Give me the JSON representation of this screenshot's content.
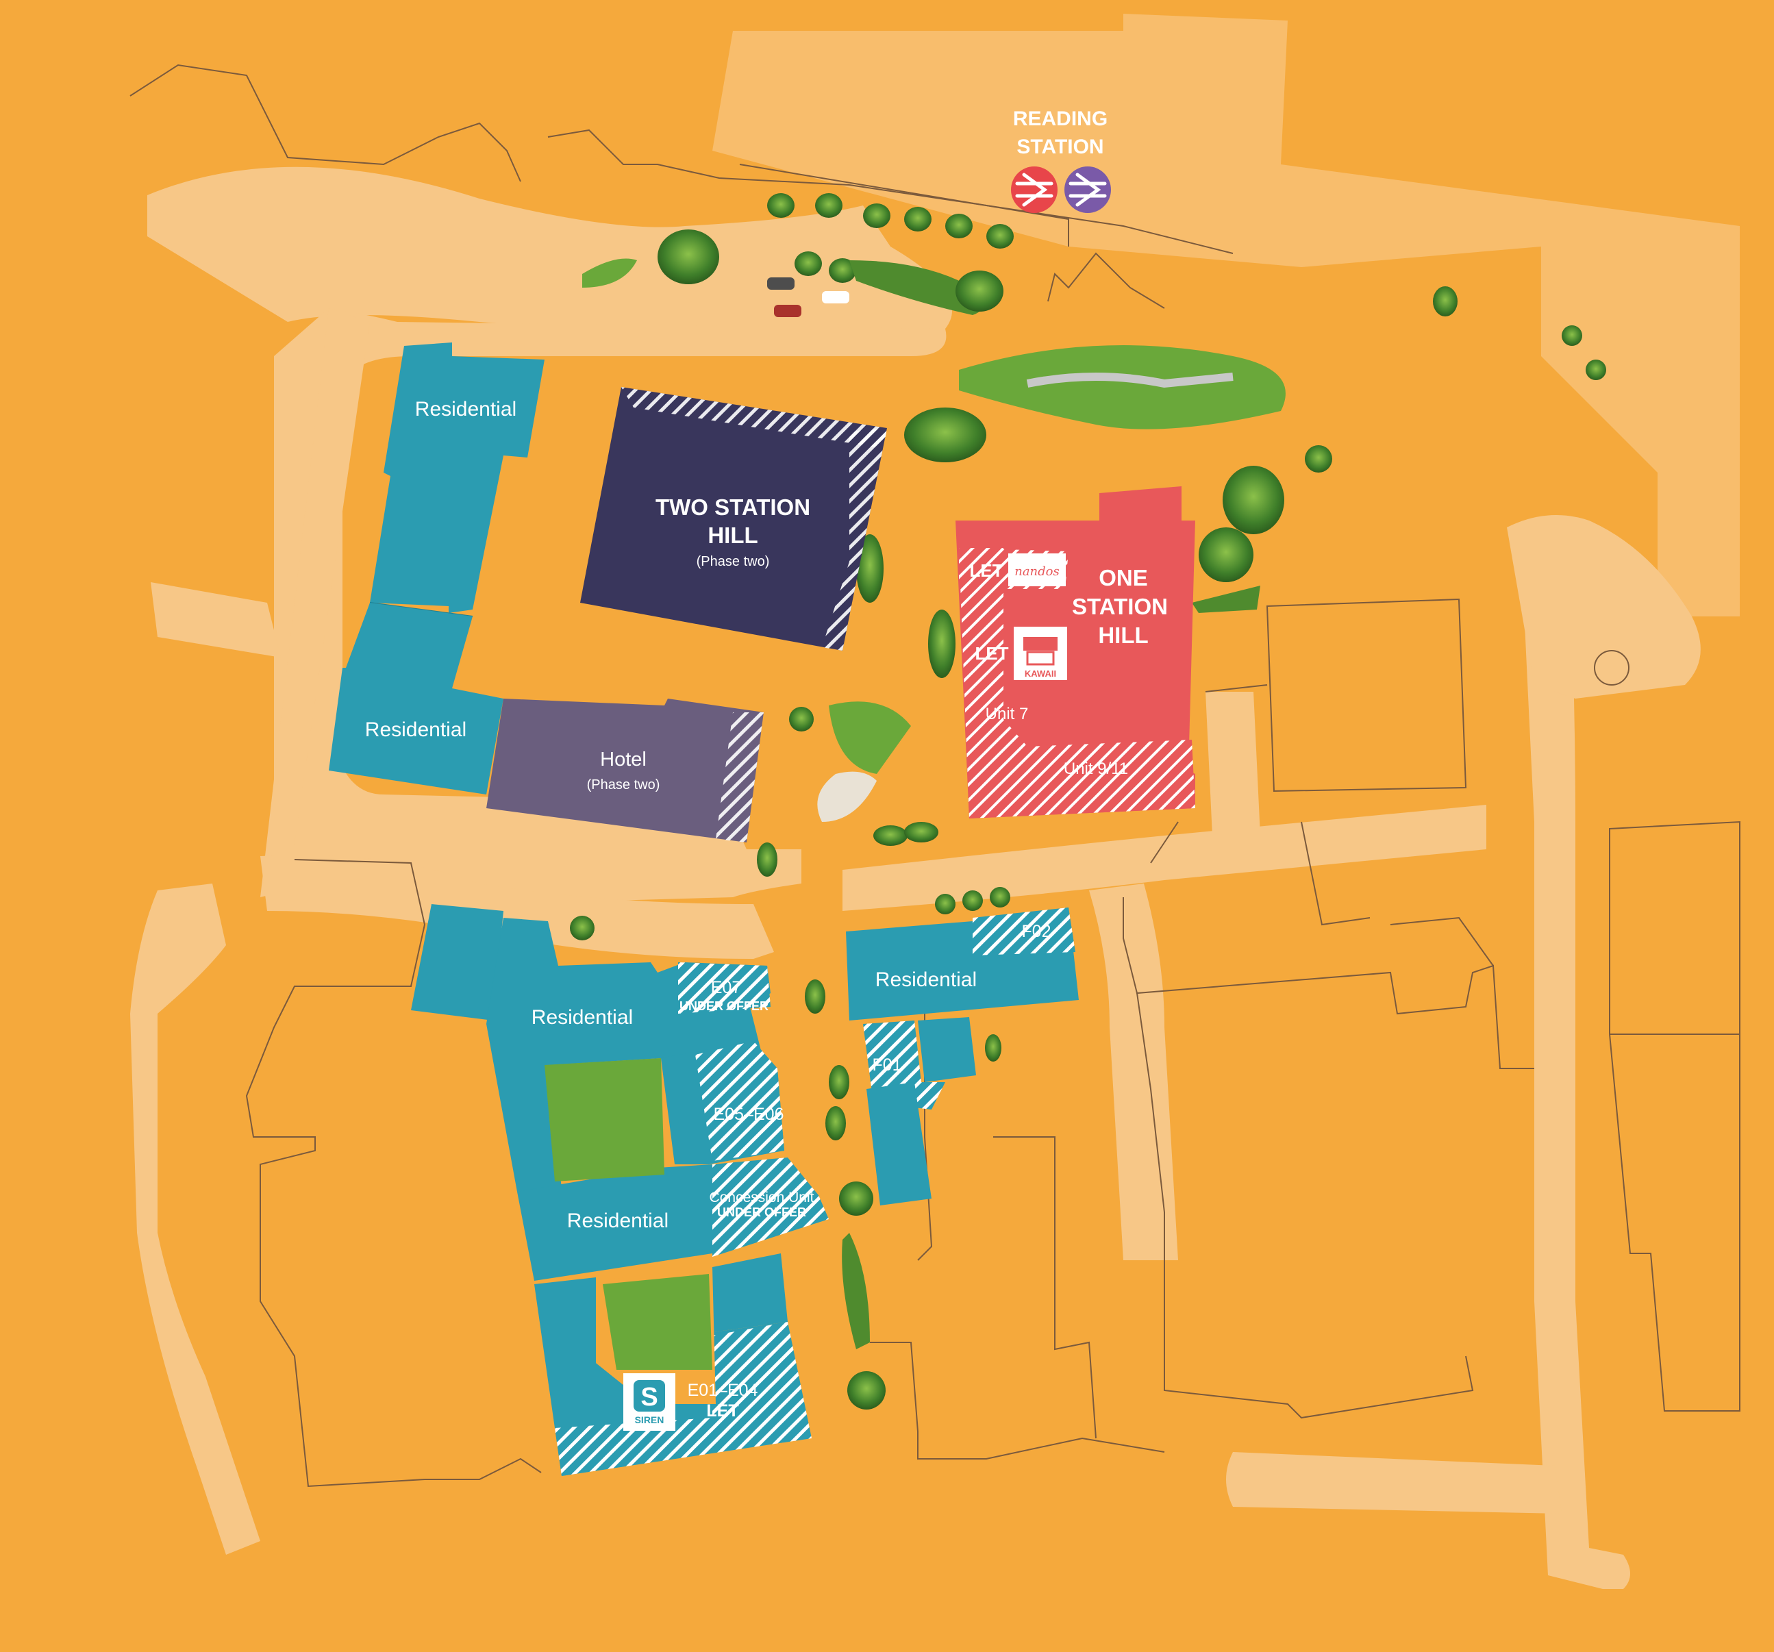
{
  "colors": {
    "background": "#f5a93c",
    "road": "#f7c787",
    "station_block": "#f8bd6c",
    "residential": "#2b9cb1",
    "two_station_hill": "#39365c",
    "hotel": "#6a5e7e",
    "one_station_hill": "#e8585a",
    "outline": "#7b5a3c",
    "greenery": "#5f9e34",
    "rail_icon": "#e8454a",
    "elizabeth_line_icon": "#7a5aa8"
  },
  "station": {
    "line1": "READING",
    "line2": "STATION",
    "icons": [
      "national-rail-icon",
      "elizabeth-line-icon"
    ]
  },
  "buildings": {
    "two_station_hill": {
      "line1": "TWO STATION",
      "line2": "HILL",
      "sub": "(Phase two)"
    },
    "hotel": {
      "title": "Hotel",
      "sub": "(Phase two)"
    },
    "residential_nw": "Residential",
    "residential_w": "Residential",
    "one_station_hill": {
      "line1": "ONE",
      "line2": "STATION",
      "line3": "HILL",
      "let_upper": "LET",
      "let_lower": "LET",
      "tenant_upper": "nandos",
      "tenant_lower": "KAWAII",
      "unit7": "Unit 7",
      "unit911": "Unit 9/11"
    },
    "south": {
      "residential_1": "Residential",
      "residential_2": "Residential",
      "residential_3": "Residential",
      "e07": "E07",
      "e07_status": "UNDER OFFER",
      "e05_e06": "E05–E06",
      "concession": "Concession Unit",
      "concession_status": "UNDER OFFER",
      "e01_e04": "E01–E04",
      "e01_e04_status": "LET",
      "siren_brand": "SIREN",
      "f01": "F01",
      "f02": "F02"
    }
  }
}
